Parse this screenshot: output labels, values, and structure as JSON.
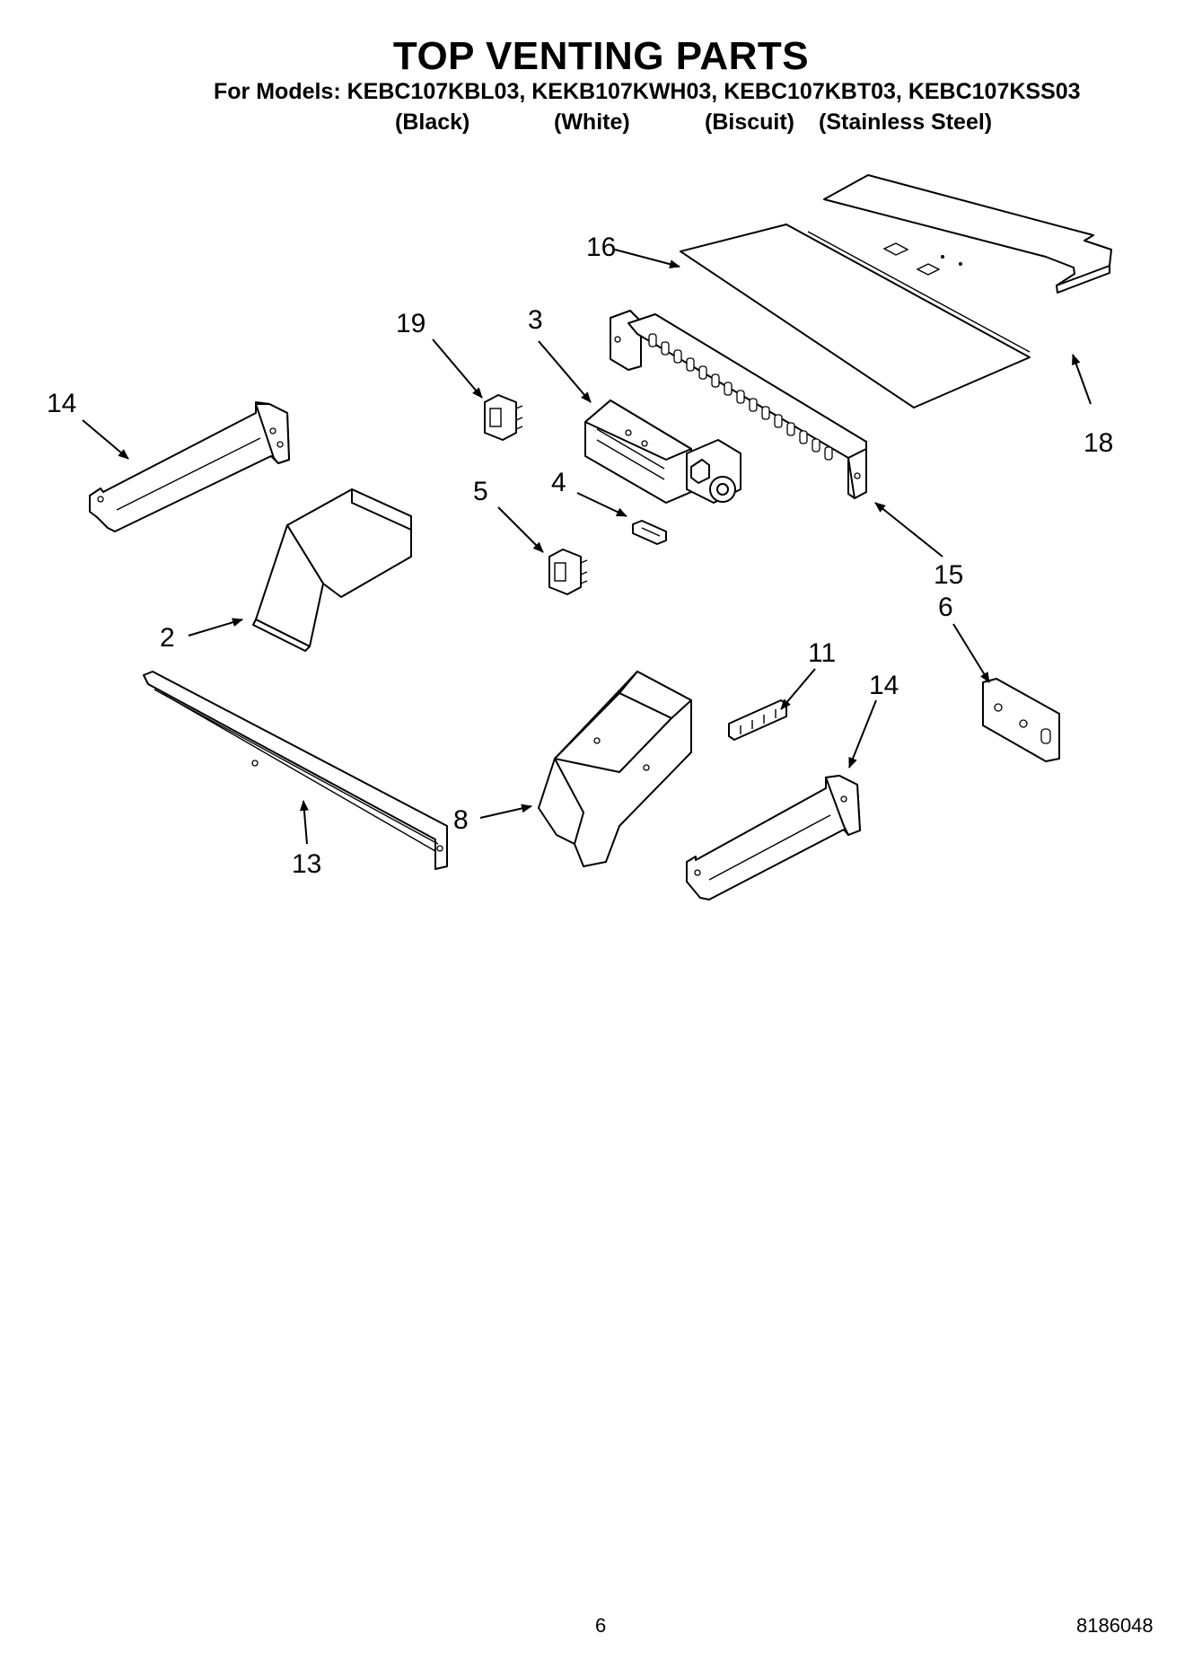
{
  "header": {
    "title": "TOP VENTING PARTS",
    "models_line": "For Models: KEBC107KBL03, KEKB107KWH03, KEBC107KBT03, KEBC107KSS03",
    "colors": [
      "(Black)",
      "(White)",
      "(Biscuit)",
      "(Stainless Steel)"
    ]
  },
  "callouts": {
    "c16": "16",
    "c19": "19",
    "c3": "3",
    "c14a": "14",
    "c18": "18",
    "c5": "5",
    "c4": "4",
    "c15": "15",
    "c6": "6",
    "c2": "2",
    "c11": "11",
    "c14b": "14",
    "c8": "8",
    "c13": "13"
  },
  "footer": {
    "page_number": "6",
    "doc_number": "8186048"
  }
}
